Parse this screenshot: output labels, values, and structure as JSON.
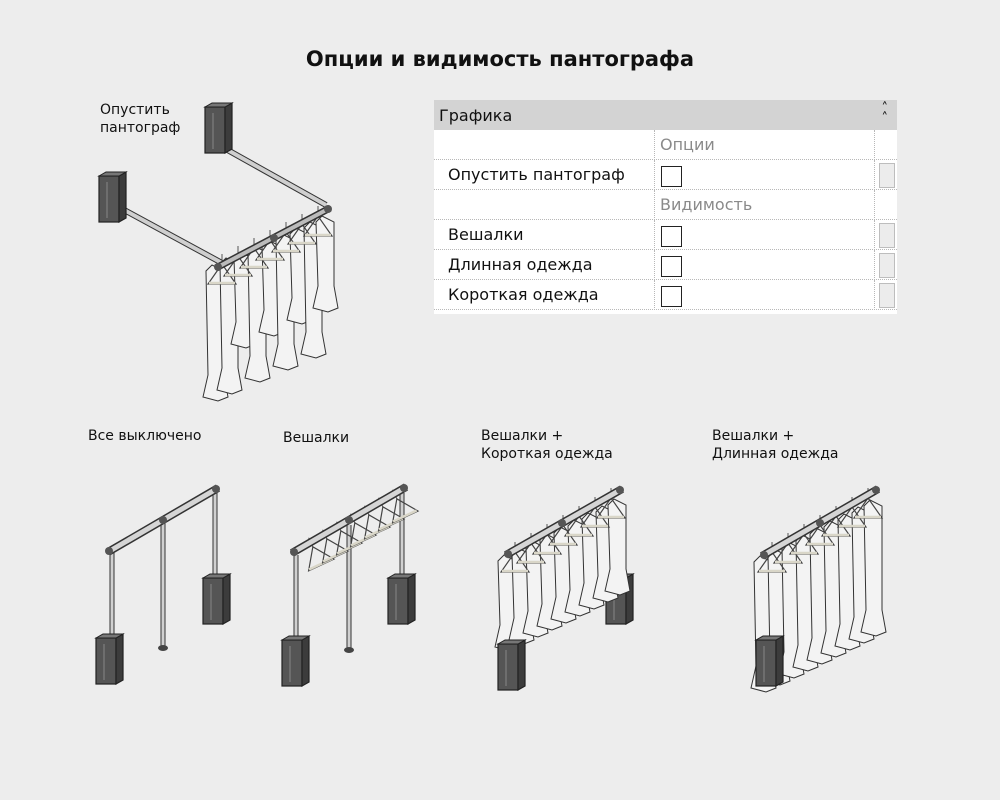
{
  "title": "Опции и видимость пантографа",
  "captions": {
    "lowered": "Опустить\nпантограф",
    "all_off": "Все выключено",
    "hangers": "Вешалки",
    "hangers_short": "Вешалки +\nКороткая одежда",
    "hangers_long": "Вешалки +\nДлинная одежда"
  },
  "panel": {
    "header": "Графика",
    "collapse_icon": "double-chevron-up-icon",
    "options_group": "Опции",
    "visibility_group": "Видимость",
    "params": {
      "lower": {
        "label": "Опустить пантограф",
        "checked": false
      },
      "hangers": {
        "label": "Вешалки",
        "checked": false
      },
      "long": {
        "label": "Длинная одежда",
        "checked": false
      },
      "short": {
        "label": "Короткая одежда",
        "checked": false
      }
    }
  },
  "colors": {
    "background": "#ededed",
    "panel_header": "#d3d3d3",
    "block": "#5a5a5a",
    "rod": "#d0d0d0"
  }
}
